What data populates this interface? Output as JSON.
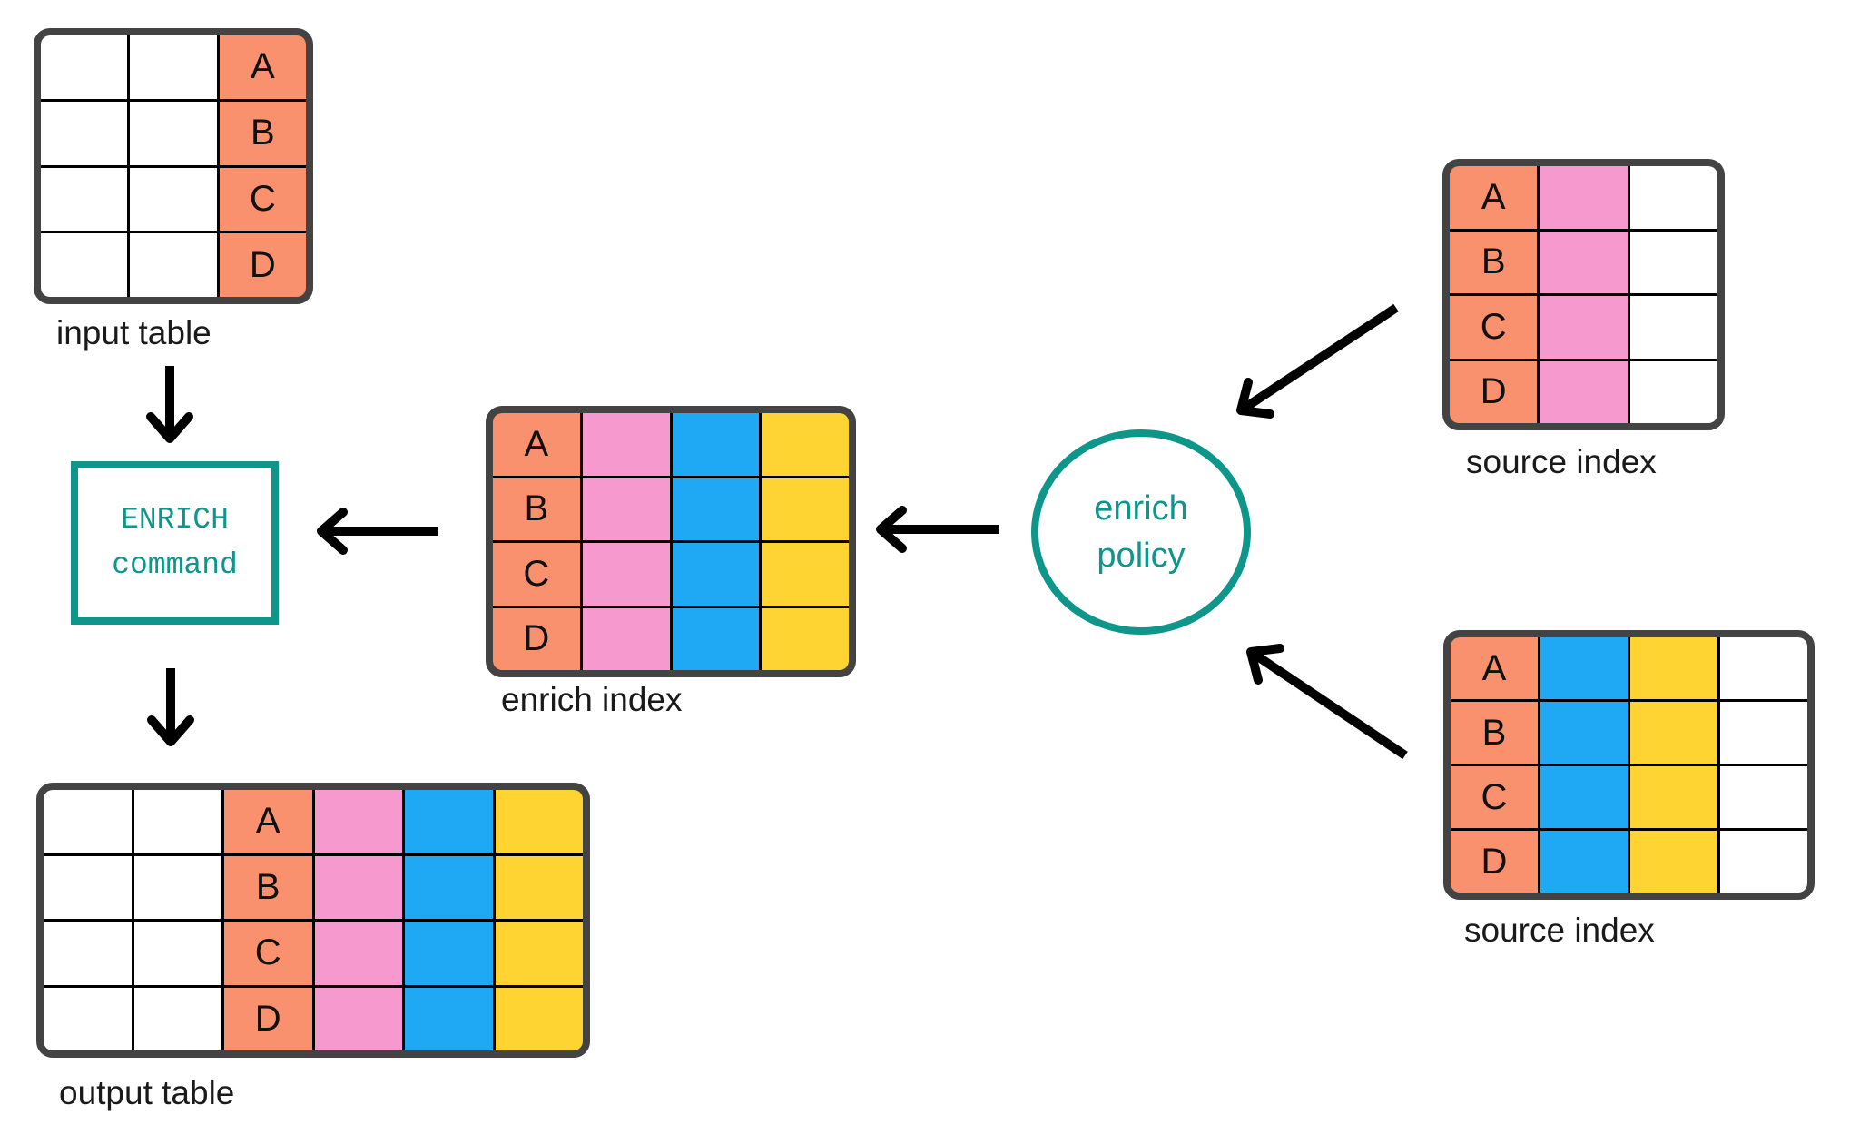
{
  "colors": {
    "key_column": "#F9906E",
    "field_pink": "#F699CE",
    "field_blue": "#1FA8F4",
    "field_yellow": "#FED433",
    "accent_teal": "#0F968A",
    "table_outer_border": "#434343",
    "grid_lines": "#000000",
    "label_text": "#1a1a1a"
  },
  "nodes": {
    "input_table": {
      "label": "input table",
      "row_labels": [
        "A",
        "B",
        "C",
        "D"
      ],
      "columns": [
        "blank",
        "blank",
        "key-salmon"
      ]
    },
    "enrich_command": {
      "label_line1": "ENRICH",
      "label_line2": "command"
    },
    "output_table": {
      "label": "output table",
      "row_labels": [
        "A",
        "B",
        "C",
        "D"
      ],
      "columns": [
        "blank",
        "blank",
        "key-salmon",
        "field-pink",
        "field-blue",
        "field-yellow"
      ]
    },
    "enrich_index": {
      "label": "enrich index",
      "row_labels": [
        "A",
        "B",
        "C",
        "D"
      ],
      "columns": [
        "key-salmon",
        "field-pink",
        "field-blue",
        "field-yellow"
      ]
    },
    "enrich_policy": {
      "label_line1": "enrich",
      "label_line2": "policy"
    },
    "source_index_top": {
      "label": "source index",
      "row_labels": [
        "A",
        "B",
        "C",
        "D"
      ],
      "columns": [
        "key-salmon",
        "field-pink",
        "blank"
      ]
    },
    "source_index_bottom": {
      "label": "source index",
      "row_labels": [
        "A",
        "B",
        "C",
        "D"
      ],
      "columns": [
        "key-salmon",
        "field-blue",
        "field-yellow",
        "blank"
      ]
    }
  }
}
